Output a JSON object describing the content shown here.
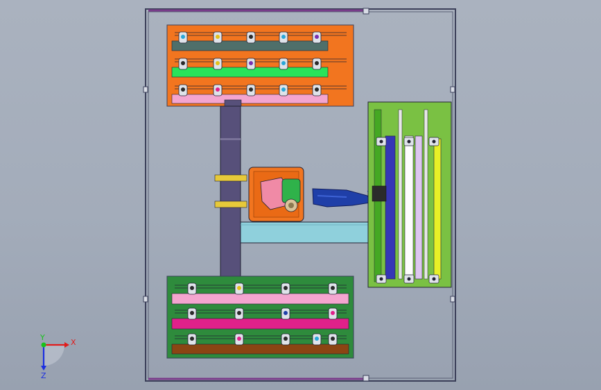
{
  "scene": {
    "background_top": "#aab2bf",
    "background_bottom": "#98a1b0",
    "frame_color": "#3b3f59",
    "frame_accent": "#7a3b8a"
  },
  "fixtures": {
    "top_plate_color": "#f2751f",
    "bottom_plate_color": "#2e8b3c",
    "right_panel_color": "#7ac143",
    "top_rows": [
      "#4f6f6a",
      "#29e35a",
      "#f4a5cf"
    ],
    "bottom_rows": [
      "#f4a5cf",
      "#e0218a",
      "#8b4513"
    ]
  },
  "robot": {
    "base_color": "#f2751f",
    "body_color": "#f08aa6",
    "motor_color": "#2fb24a",
    "arm_color": "#1f3fa8",
    "rail_color": "#8fd0dc",
    "column_color": "#57507a"
  },
  "triad": {
    "x_label": "X",
    "y_label": "Y",
    "z_label": "Z",
    "x_color": "#e11b1b",
    "y_color": "#19c21b",
    "z_color": "#1b2ee1"
  }
}
